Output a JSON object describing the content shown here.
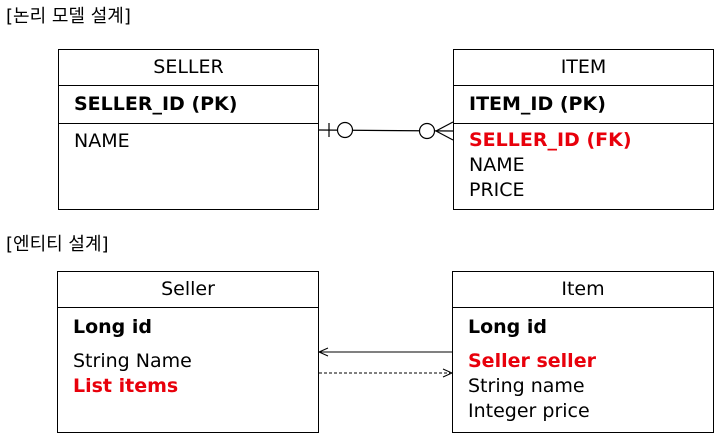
{
  "logical_model": {
    "title": "[논리 모델 설계]",
    "seller": {
      "name": "SELLER",
      "pk": "SELLER_ID (PK)",
      "attributes": [
        {
          "text": "NAME",
          "highlight": false
        }
      ]
    },
    "item": {
      "name": "ITEM",
      "pk": "ITEM_ID (PK)",
      "attributes": [
        {
          "text": "SELLER_ID (FK)",
          "highlight": true
        },
        {
          "text": "NAME",
          "highlight": false
        },
        {
          "text": "PRICE",
          "highlight": false
        }
      ]
    }
  },
  "entity_design": {
    "title": "[엔티티 설계]",
    "seller": {
      "name": "Seller",
      "id_field": "Long id",
      "attributes": [
        {
          "text": "String Name",
          "highlight": false
        },
        {
          "text": "List items",
          "highlight": true
        }
      ]
    },
    "item": {
      "name": "Item",
      "id_field": "Long id",
      "attributes": [
        {
          "text": "Seller seller",
          "highlight": true
        },
        {
          "text": "String name",
          "highlight": false
        },
        {
          "text": "Integer price",
          "highlight": false
        }
      ]
    }
  },
  "colors": {
    "highlight": "#e8000b",
    "line": "#000000"
  }
}
